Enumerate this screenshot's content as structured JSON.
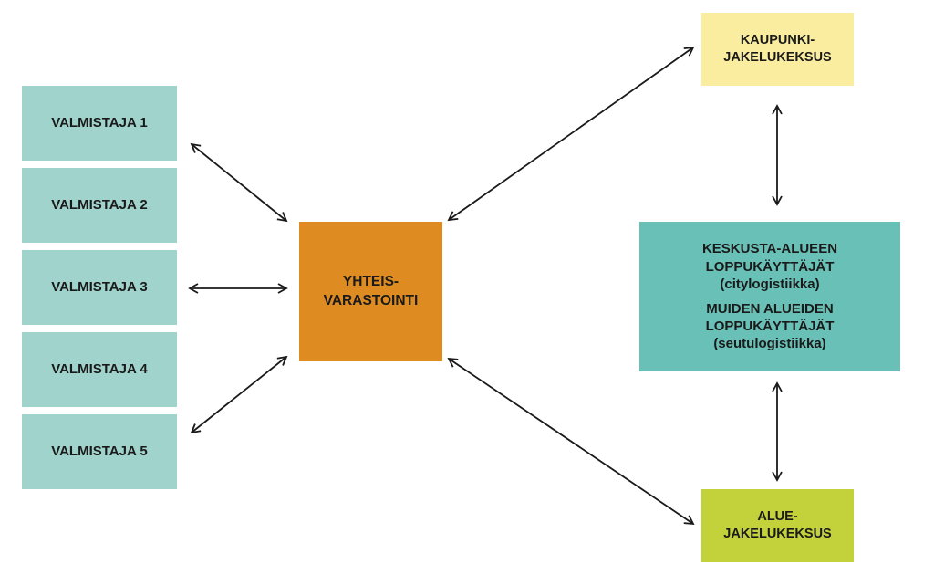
{
  "manufacturers": [
    {
      "label": "VALMISTAJA 1"
    },
    {
      "label": "VALMISTAJA 2"
    },
    {
      "label": "VALMISTAJA 3"
    },
    {
      "label": "VALMISTAJA 4"
    },
    {
      "label": "VALMISTAJA 5"
    }
  ],
  "storage": {
    "line1": "YHTEIS-",
    "line2": "VARASTOINTI"
  },
  "city_center": {
    "line1": "KAUPUNKI-",
    "line2": "JAKELUKEKSUS"
  },
  "region_center": {
    "line1": "ALUE-",
    "line2": "JAKELUKEKSUS"
  },
  "end_users": {
    "group1_line1": "KESKUSTA-ALUEEN",
    "group1_line2": "LOPPUKÄYTTÄJÄT",
    "group1_line3": "(citylogistiikka)",
    "group2_line1": "MUIDEN ALUEIDEN",
    "group2_line2": "LOPPUKÄYTTÄJÄT",
    "group2_line3": "(seutulogistiikka)"
  },
  "colors": {
    "manufacturer": "#9fd3cb",
    "storage": "#de8c22",
    "city_center": "#fbeda0",
    "region_center": "#c3d23b",
    "end_users": "#69c0b7",
    "arrow": "#1a1a1a"
  }
}
